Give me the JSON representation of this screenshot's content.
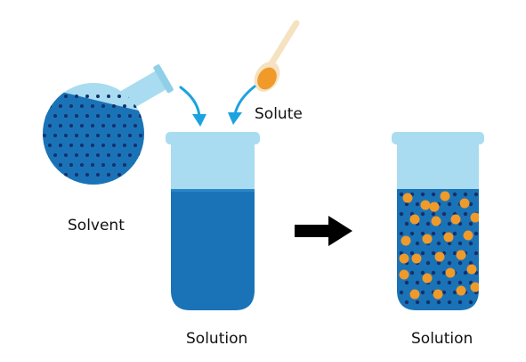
{
  "labels": {
    "solvent": "Solvent",
    "solute": "Solute",
    "solution_left": "Solution",
    "solution_right": "Solution"
  },
  "icons": {
    "flask": "round-bottom-flask-icon",
    "spoon": "spoon-icon",
    "beaker": "beaker-icon",
    "arrow": "right-arrow-icon"
  },
  "colors": {
    "glass": "#a9dcf0",
    "liquid": "#1a73b7",
    "liquid_light": "#2a86c8",
    "solvent_dot": "#15306b",
    "solute": "#f09a2a",
    "pour_arrow": "#1aa3e0",
    "arrow": "#000000"
  }
}
